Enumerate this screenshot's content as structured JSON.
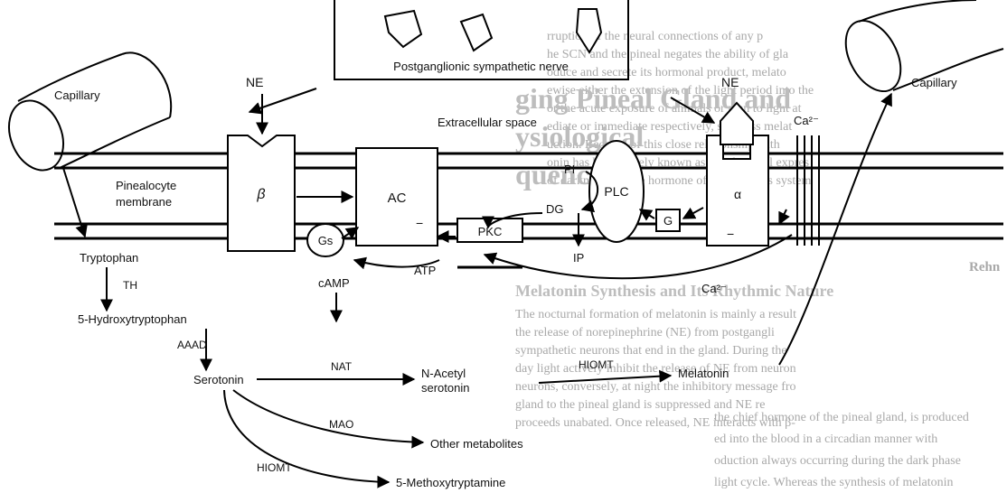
{
  "background": {
    "headings": [
      "ging Pineal Gland and",
      "ysiological",
      "quences"
    ],
    "subheading": "Melatonin Synthesis and Its Rhythmic Nature",
    "author": "Rehn",
    "paragraph_left": [
      "rruption of the neural connections of any p",
      "he SCN and the pineal negates the ability of gla",
      "oduce and secrete its hormonal product, melato",
      "ewise either the extension of the light period into the",
      "or the acute exposure of animals or man to light at",
      "ediate or immediate respectively, suppress melat",
      "uction. Because of this close relationship with",
      "onin has been widely known as the chemical expres",
      "of darkness and the hormone of the darkness system"
    ],
    "paragraph_mid": [
      "The nocturnal formation of melatonin is mainly a result",
      "the release of norepinephrine (NE) from postgangli",
      "sympathetic neurons that end in the gland. During the",
      "day light actively inhibit the release of NE from neuron",
      "neurons, conversely, at night the inhibitory message fro",
      "gland to the pineal gland is suppressed and NE re",
      "proceeds unabated. Once released, NE interacts with β-"
    ],
    "paragraph_right": [
      "the chief hormone of the pineal gland, is produced",
      "ed into the blood in a circadian manner with",
      "oduction always occurring during the dark phase",
      "light cycle. Whereas the synthesis of melatonin"
    ]
  },
  "labels": {
    "nerve": "Postganglionic sympathetic nerve",
    "ne_left": "NE",
    "ne_right": "NE",
    "capillary_left": "Capillary",
    "capillary_right": "Capillary",
    "extracellular": "Extracellular space",
    "membrane": "Pinealocyte membrane",
    "beta": "β",
    "ac": "AC",
    "gs": "Gs",
    "pkc": "PKC",
    "pi": "PI",
    "dg": "DG",
    "plc": "PLC",
    "ip": "IP",
    "g": "G",
    "alpha": "α",
    "ca_top": "Ca²⁻",
    "ca_bottom": "Ca²⁻",
    "camp": "cAMP",
    "atp": "ATP"
  },
  "pathway": {
    "tryptophan": "Tryptophan",
    "th": "TH",
    "hydroxy": "5-Hydroxytryptophan",
    "aaad": "AAAD",
    "serotonin": "Serotonin",
    "nat": "NAT",
    "nacetyl_1": "N-Acetyl",
    "nacetyl_2": "serotonin",
    "hiomt_1": "HIOMT",
    "melatonin": "Melatonin",
    "mao": "MAO",
    "other": "Other metabolites",
    "hiomt_2": "HIOMT",
    "methoxy": "5-Methoxytryptamine"
  }
}
